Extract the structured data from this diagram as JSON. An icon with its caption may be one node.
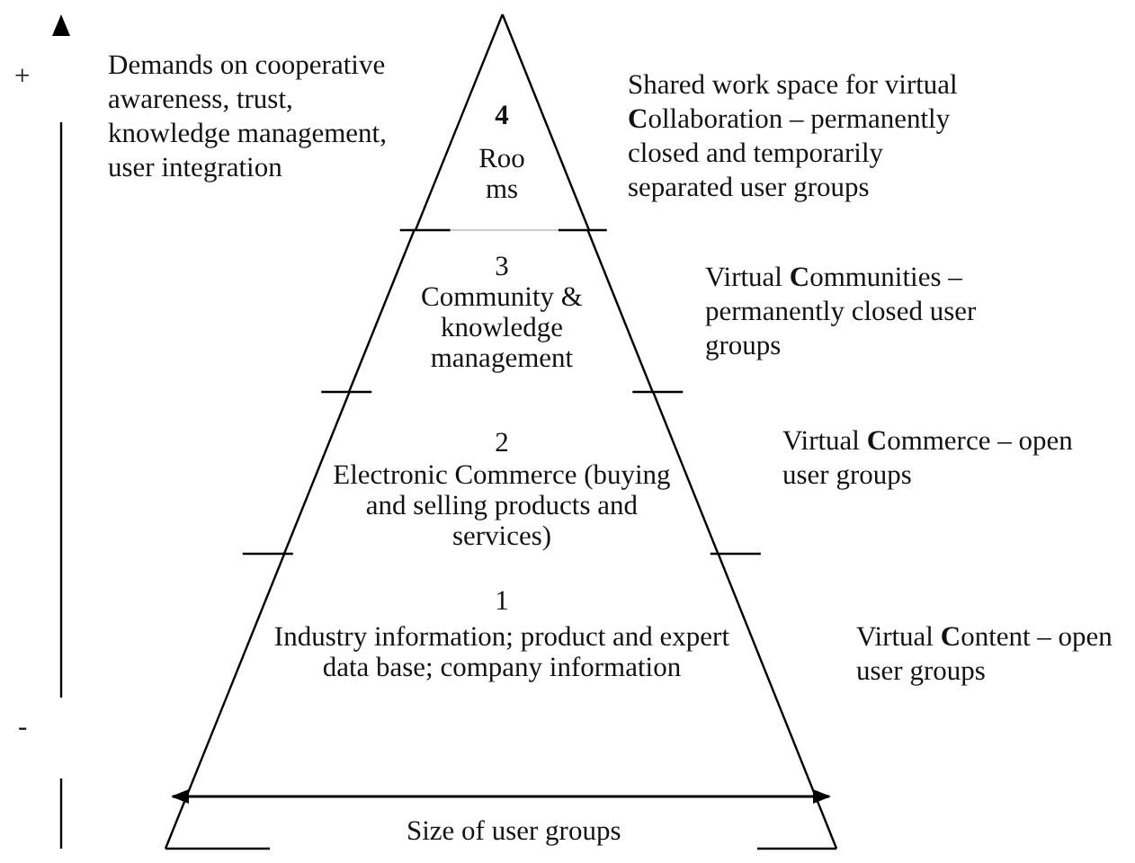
{
  "diagram": {
    "nodes": [
      {
        "text": [
          "4",
          "Roo ms"
        ]
      },
      {
        "text": [
          "3",
          "Community & knowledge management"
        ]
      },
      {
        "text": [
          "2",
          "Electronic Commerce (buying and selling products and services)"
        ]
      },
      {
        "text": [
          "1",
          "Industry information; product and expert data base; company information"
        ]
      }
    ],
    "labels": [
      "+",
      "Demands on cooperative awareness, trust, knowledge management, user integration",
      "Shared work space for virtual **C**ollaboration – permanently closed and temporarily separated user groups",
      "Virtual **C**ommunities – permanently closed user groups",
      "Virtual **C**ommerce – open user groups",
      "Virtual **C**ontent – open user groups",
      "-",
      "Size of user groups"
    ]
  }
}
